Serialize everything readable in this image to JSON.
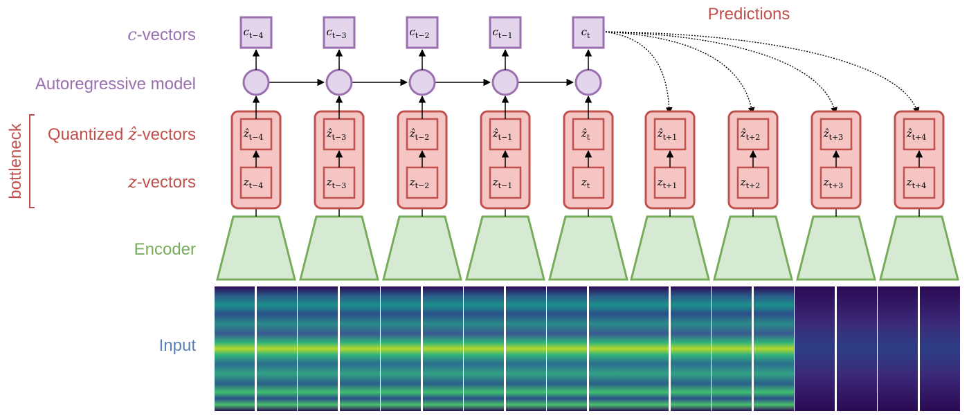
{
  "labels": {
    "c_vectors_sym": "c",
    "c_vectors_text": "-vectors",
    "autoregressive": "Autoregressive model",
    "quantized_prefix": "Quantized ",
    "quantized_sym": "ẑ",
    "quantized_text": "-vectors",
    "z_vectors_sym": "z",
    "z_vectors_text": "-vectors",
    "encoder": "Encoder",
    "input": "Input",
    "bottleneck": "bottleneck",
    "predictions": "Predictions"
  },
  "past_steps": [
    {
      "c": "c",
      "c_sub": "t−4",
      "zh": "ẑ",
      "zh_sub": "t−4",
      "z": "z",
      "z_sub": "t−4"
    },
    {
      "c": "c",
      "c_sub": "t−3",
      "zh": "ẑ",
      "zh_sub": "t−3",
      "z": "z",
      "z_sub": "t−3"
    },
    {
      "c": "c",
      "c_sub": "t−2",
      "zh": "ẑ",
      "zh_sub": "t−2",
      "z": "z",
      "z_sub": "t−2"
    },
    {
      "c": "c",
      "c_sub": "t−1",
      "zh": "ẑ",
      "zh_sub": "t−1",
      "z": "z",
      "z_sub": "t−1"
    },
    {
      "c": "c",
      "c_sub": "t",
      "zh": "ẑ",
      "zh_sub": "t",
      "z": "z",
      "z_sub": "t"
    }
  ],
  "future_steps": [
    {
      "zh": "ẑ",
      "zh_sub": "t+1",
      "z": "z",
      "z_sub": "t+1"
    },
    {
      "zh": "ẑ",
      "zh_sub": "t+2",
      "z": "z",
      "z_sub": "t+2"
    },
    {
      "zh": "ẑ",
      "zh_sub": "t+3",
      "z": "z",
      "z_sub": "t+3"
    },
    {
      "zh": "ẑ",
      "zh_sub": "t+4",
      "z": "z",
      "z_sub": "t+4"
    }
  ],
  "colors": {
    "purple": "#9a6fb0",
    "purple_fill": "#e3d5ec",
    "red": "#c0504d",
    "red_fill": "#f5c5c4",
    "green": "#77ac5a",
    "green_fill": "#d6e9d3",
    "blue_label": "#5b7fb3"
  }
}
